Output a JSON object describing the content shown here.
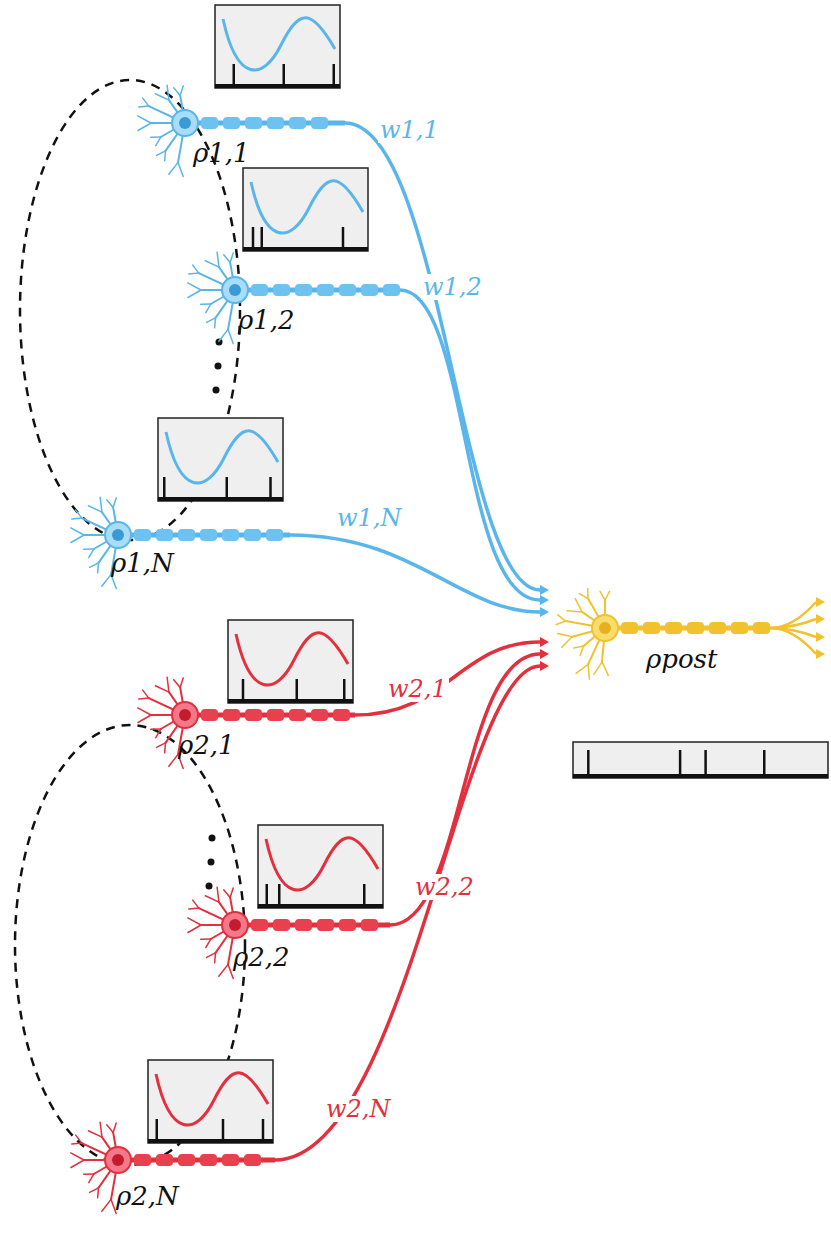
{
  "diagram": {
    "nodes": [
      {
        "text": [
          "ρ1,1"
        ]
      },
      {
        "text": [
          "ρ1,2"
        ]
      },
      {
        "text": [
          "ρ1,N"
        ]
      },
      {
        "text": [
          "ρ2,1"
        ]
      },
      {
        "text": [
          "ρ2,2"
        ]
      },
      {
        "text": [
          "ρ2,N"
        ]
      },
      {
        "text": [
          "ρpost"
        ]
      }
    ],
    "edges": [
      {
        "from": 0,
        "to": 6,
        "label": "w1,1",
        "arrow": "to"
      },
      {
        "from": 1,
        "to": 6,
        "label": "w1,2",
        "arrow": "to"
      },
      {
        "from": 2,
        "to": 6,
        "label": "w1,N",
        "arrow": "to"
      },
      {
        "from": 3,
        "to": 6,
        "label": "w2,1",
        "arrow": "to"
      },
      {
        "from": 4,
        "to": 6,
        "label": "w2,2",
        "arrow": "to"
      },
      {
        "from": 5,
        "to": 6,
        "label": "w2,N",
        "arrow": "to"
      }
    ]
  }
}
